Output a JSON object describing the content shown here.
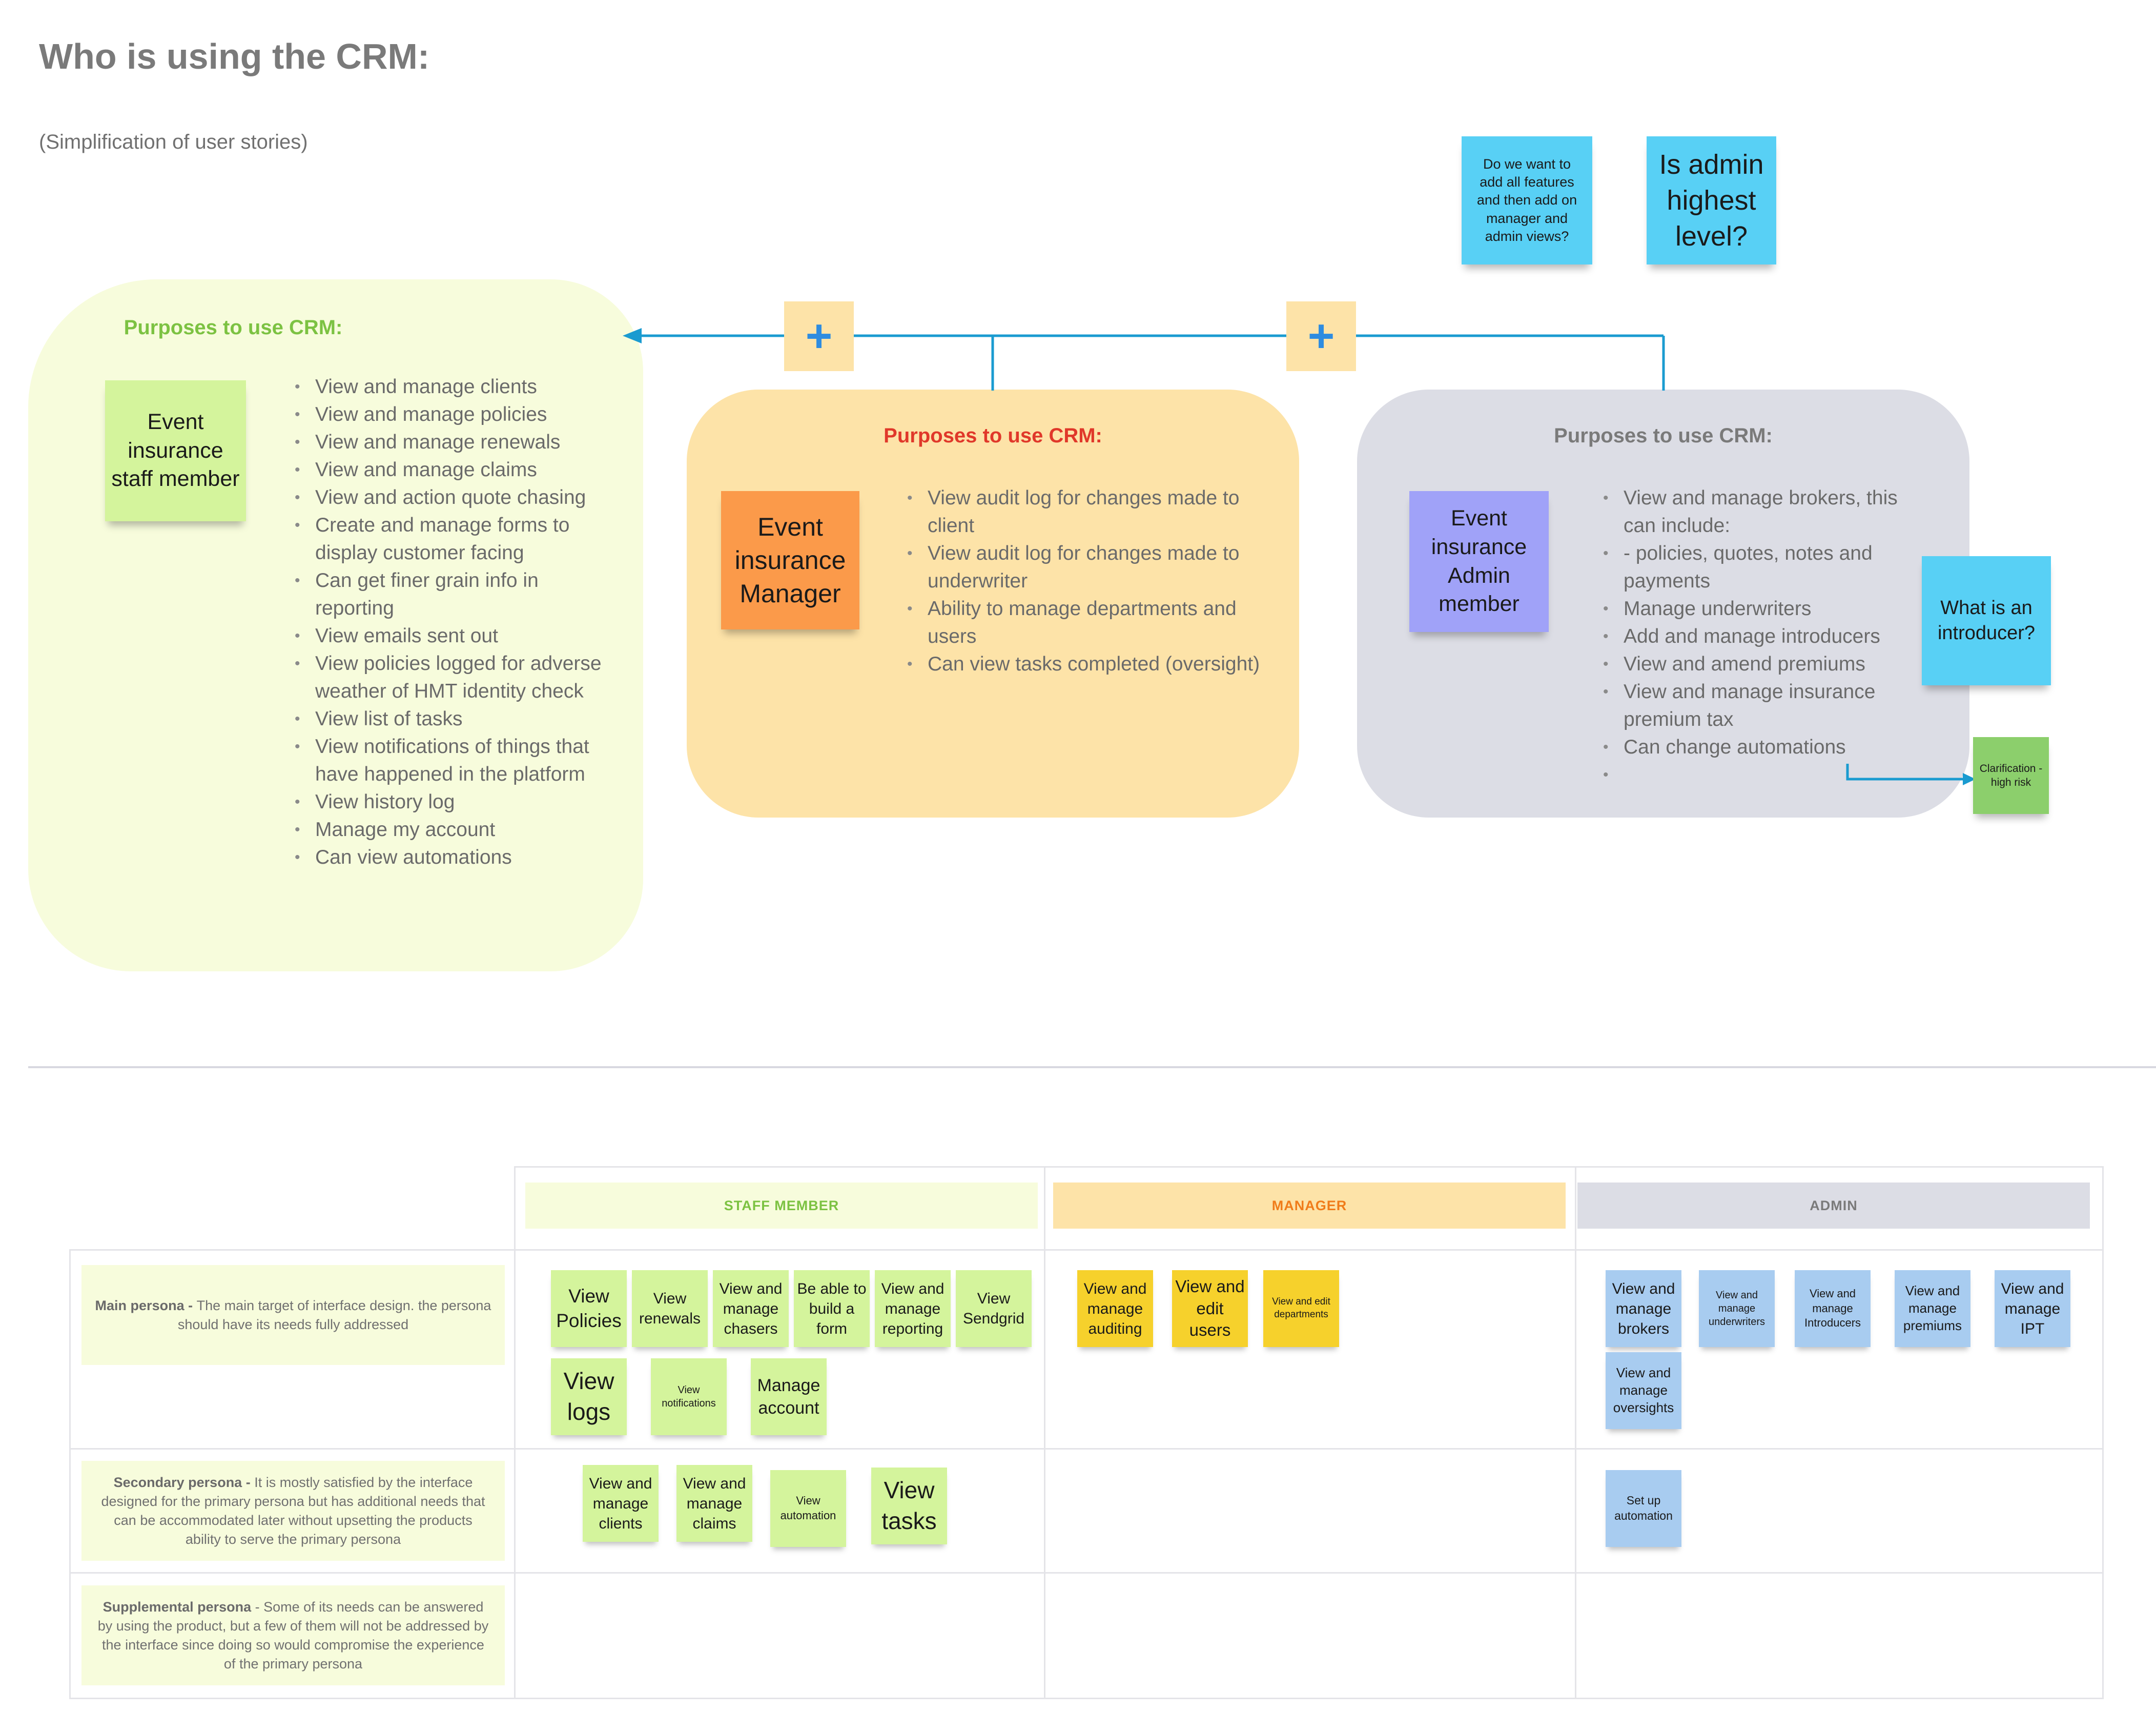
{
  "title": "Who is using the CRM:",
  "subtitle": "(Simplification of user stories)",
  "questions": {
    "q1": "Do we want to add all features and then add on manager and admin views?",
    "q2": "Is admin highest level?",
    "q3": "What is an introducer?",
    "clarification": "Clarification - high risk"
  },
  "personas": {
    "staff": {
      "heading": "Purposes to use CRM:",
      "note": "Event insurance staff member",
      "items": [
        "View and manage clients",
        "View and manage policies",
        "View and manage renewals",
        "View and manage claims",
        "View and action quote chasing",
        "Create and manage forms to display customer facing",
        "Can get finer grain info in reporting",
        "View emails sent out",
        "View policies logged for adverse weather of HMT identity check",
        "View list of tasks",
        "View notifications of things that have happened in the platform",
        "View history log",
        "Manage my account",
        "Can view automations"
      ]
    },
    "manager": {
      "heading": "Purposes to use CRM:",
      "note": "Event insurance Manager",
      "items": [
        "View audit log for changes made to client",
        "View audit log for changes made to underwriter",
        "Ability to manage departments and users",
        "Can view tasks completed (oversight)"
      ]
    },
    "admin": {
      "heading": "Purposes to use CRM:",
      "note": "Event insurance Admin member",
      "items": [
        "View and manage brokers, this can include:",
        "- policies, quotes, notes and payments",
        "Manage underwriters",
        "Add and manage introducers",
        "View and amend premiums",
        "View and manage insurance premium tax",
        "Can change automations",
        ""
      ]
    }
  },
  "plus_symbol": "+",
  "matrix": {
    "columns": {
      "staff": "STAFF MEMBER",
      "manager": "MANAGER",
      "admin": "ADMIN"
    },
    "rows": {
      "main": {
        "bold": "Main persona - ",
        "text": "The main target of interface design. the persona should have its needs fully addressed"
      },
      "secondary": {
        "bold": "Secondary persona - ",
        "text": "It is mostly satisfied by the interface designed for the primary persona but has additional needs that can be accommodated later without upsetting the products ability to serve the primary persona"
      },
      "supplemental": {
        "bold": "Supplemental persona",
        "text": " - Some of its needs can be answered by using the product, but a few of them will not be addressed by the interface since doing so would compromise the experience of the primary persona"
      }
    },
    "stickies": {
      "main_staff": [
        "View Policies",
        "View renewals",
        "View and manage chasers",
        "Be able to build a form",
        "View and manage reporting",
        "View Sendgrid",
        "View logs",
        "View notifications",
        "Manage account"
      ],
      "main_manager": [
        "View and manage auditing",
        "View and edit users",
        "View and edit departments"
      ],
      "main_admin": [
        "View and manage brokers",
        "View and manage underwriters",
        "View and manage Introducers",
        "View and manage premiums",
        "View and manage IPT",
        "View and manage oversights"
      ],
      "secondary_staff": [
        "View and manage clients",
        "View and manage claims",
        "View automation",
        "View tasks"
      ],
      "secondary_admin": [
        "Set up automation"
      ]
    }
  },
  "colors": {
    "staff_green": "#7cc242",
    "manager_red": "#e0382a",
    "manager_orange": "#f07c1a",
    "admin_grey": "#7a7a7a",
    "connector_blue": "#1a9bd0",
    "note_blue": "#58d0f5",
    "note_purple": "#a0a2f8",
    "note_orange": "#fb9a4a",
    "note_green": "#d4f49c",
    "note_clarify": "#8ccf6c"
  }
}
